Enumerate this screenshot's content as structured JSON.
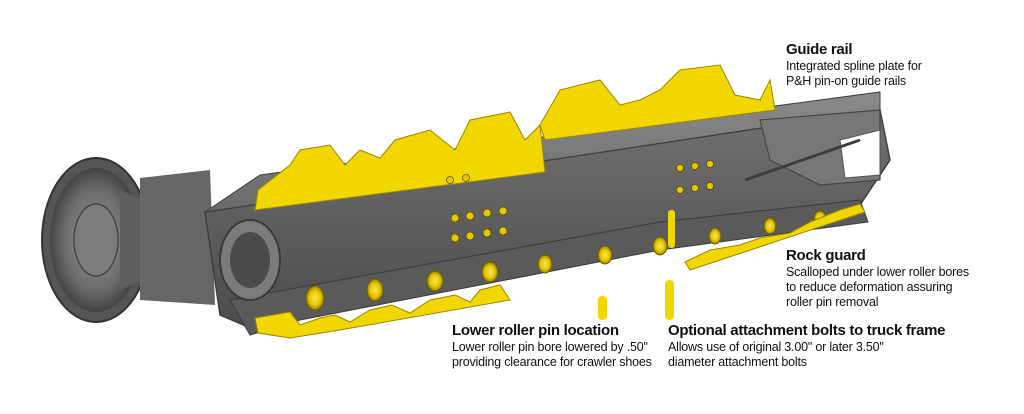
{
  "callouts": {
    "guide_rail": {
      "title": "Guide rail",
      "lines": [
        "Integrated spline plate for",
        "P&H pin-on guide rails"
      ]
    },
    "rock_guard": {
      "title": "Rock guard",
      "lines": [
        "Scalloped under lower roller bores",
        "to reduce deformation assuring",
        "roller pin removal"
      ]
    },
    "lower_roller": {
      "title": "Lower roller pin location",
      "lines": [
        "Lower roller pin bore lowered by .50\"",
        "providing clearance for crawler shoes"
      ]
    },
    "optional_bolts": {
      "title": "Optional attachment bolts to truck frame",
      "lines": [
        "Allows use of original 3.00\" or later 3.50\"",
        "diameter attachment bolts"
      ]
    }
  },
  "colors": {
    "steel": "#6e6e6e",
    "steel_dark": "#4a4a4a",
    "steel_light": "#8c8c8c",
    "accent_yellow": "#f2d600",
    "text": "#111111"
  }
}
